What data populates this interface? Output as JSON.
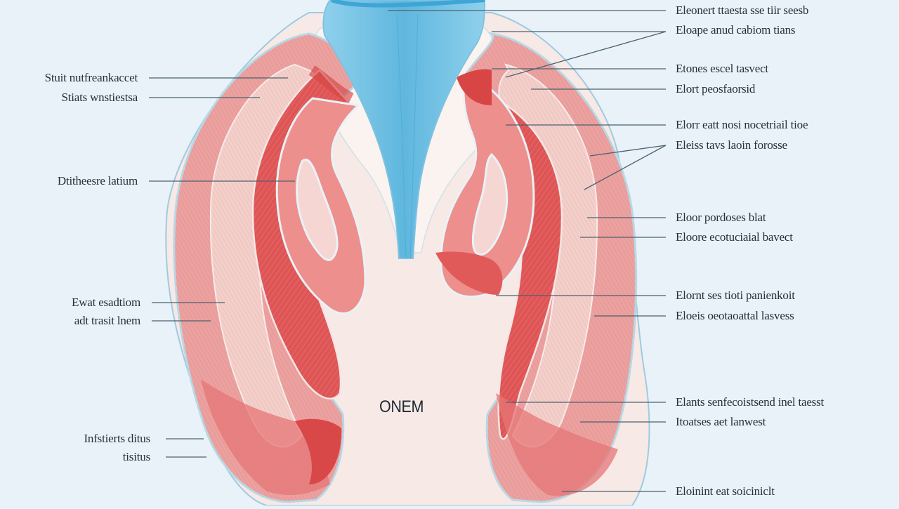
{
  "diagram": {
    "center_label": "ONEM",
    "left_labels": [
      "Stuit nutfreankaccet",
      "Stiats wnstiestsa",
      "Dtitheesre latium",
      "Ewat esadtiom",
      "adt trasit lnem",
      "Infstierts ditus",
      "tisitus"
    ],
    "right_labels": [
      "Eleonert ttaesta sse tiir seesb",
      "Eloape anud cabiom tians",
      "Etones escel tasvect",
      "Elort peosfaorsid",
      "Elorr eatt nosi nocetriail tioe",
      "Eleiss tavs laoin forosse",
      "Eloor pordoses blat",
      "Eloore ecotuciaial bavect",
      "Elornt ses tioti panienkoit",
      "Eloeis oeotaoattal lasvess",
      "Elants senfecoistsend inel taesst",
      "Itoatses aet lanwest",
      "Eloinint eat soiciniclt"
    ],
    "colors": {
      "background": "#e8f2f8",
      "tissue_outer": "#ec9b9b",
      "tissue_mid": "#f2b3b0",
      "tissue_deep": "#de4c4c",
      "tissue_pale": "#f6d8d4",
      "fat_layer": "#fbeae4",
      "duct": "#6dc0e3",
      "outline": "#b9d8e6",
      "leader": "#4c6170"
    }
  }
}
